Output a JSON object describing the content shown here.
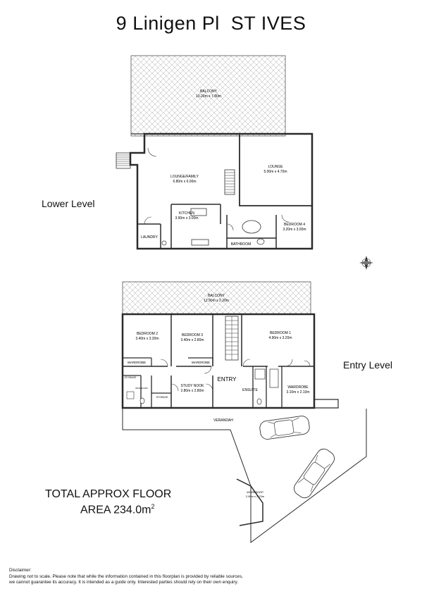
{
  "title": "9 Linigen Pl  ST IVES",
  "levels": {
    "lower": "Lower Level",
    "entry": "Entry Level"
  },
  "rooms": {
    "balcony_lower": {
      "name": "BALCONY",
      "dims": "10.20m x 7.80m"
    },
    "lounge_family": {
      "name": "LOUNGE/FAMILY",
      "dims": "6.80m x 6.00m"
    },
    "lounge": {
      "name": "LOUNGE",
      "dims": "5.00m x 4.70m"
    },
    "kitchen": {
      "name": "KITCHEN",
      "dims": "3.90m x 3.00m"
    },
    "bedroom4": {
      "name": "BEDROOM 4",
      "dims": "3.20m x 3.00m"
    },
    "laundry": {
      "name": "LAUNDRY"
    },
    "bathroom": {
      "name": "BATHROOM"
    },
    "balcony_entry": {
      "name": "BALCONY",
      "dims": "12.90m x 2.20m"
    },
    "bedroom2": {
      "name": "BEDROOM 2",
      "dims": "3.40m x 3.30m"
    },
    "bedroom3": {
      "name": "BEDROOM 3",
      "dims": "3.40m x 2.80m"
    },
    "bedroom1": {
      "name": "BEDROOM 1",
      "dims": "4.90m x 3.20m"
    },
    "wardrobe_a": {
      "name": "WARDROBE"
    },
    "wardrobe_b": {
      "name": "WARDROBE"
    },
    "storage_a": {
      "name": "STORAGE"
    },
    "bathroom_small": {
      "name": "BATHROOM"
    },
    "storage_b": {
      "name": "STORAGE"
    },
    "study_nook": {
      "name": "STUDY NOOK",
      "dims": "2.80m x 2.80m"
    },
    "entry": {
      "name": "ENTRY"
    },
    "ensuite": {
      "name": "ENSUITE"
    },
    "wardrobe_main": {
      "name": "WARDROBE",
      "dims": "3.10m x 2.10m"
    },
    "verandah": {
      "name": "VERANDAH"
    },
    "workshop": {
      "name": "WORKSHOP",
      "dims": "2.90m x 2.70m"
    }
  },
  "total_area": {
    "line1": "TOTAL APPROX FLOOR",
    "line2": "AREA 234.0m",
    "unit_sup": "2"
  },
  "disclaimer": {
    "heading": "Disclaimer:",
    "line1": "Drawing not to scale. Please note that while the information contained in this floorplan is provided by reliable sources,",
    "line2": "we cannot guarantee its accuracy. It is intended as a guide only. Interested parties should rely on their own enquiry."
  },
  "colors": {
    "wall": "#2a2a2a",
    "hatch": "#9a9a9a",
    "text": "#111111"
  },
  "icons": [
    "compass-icon",
    "car-icon",
    "stairs-icon",
    "door-swing-icon"
  ]
}
